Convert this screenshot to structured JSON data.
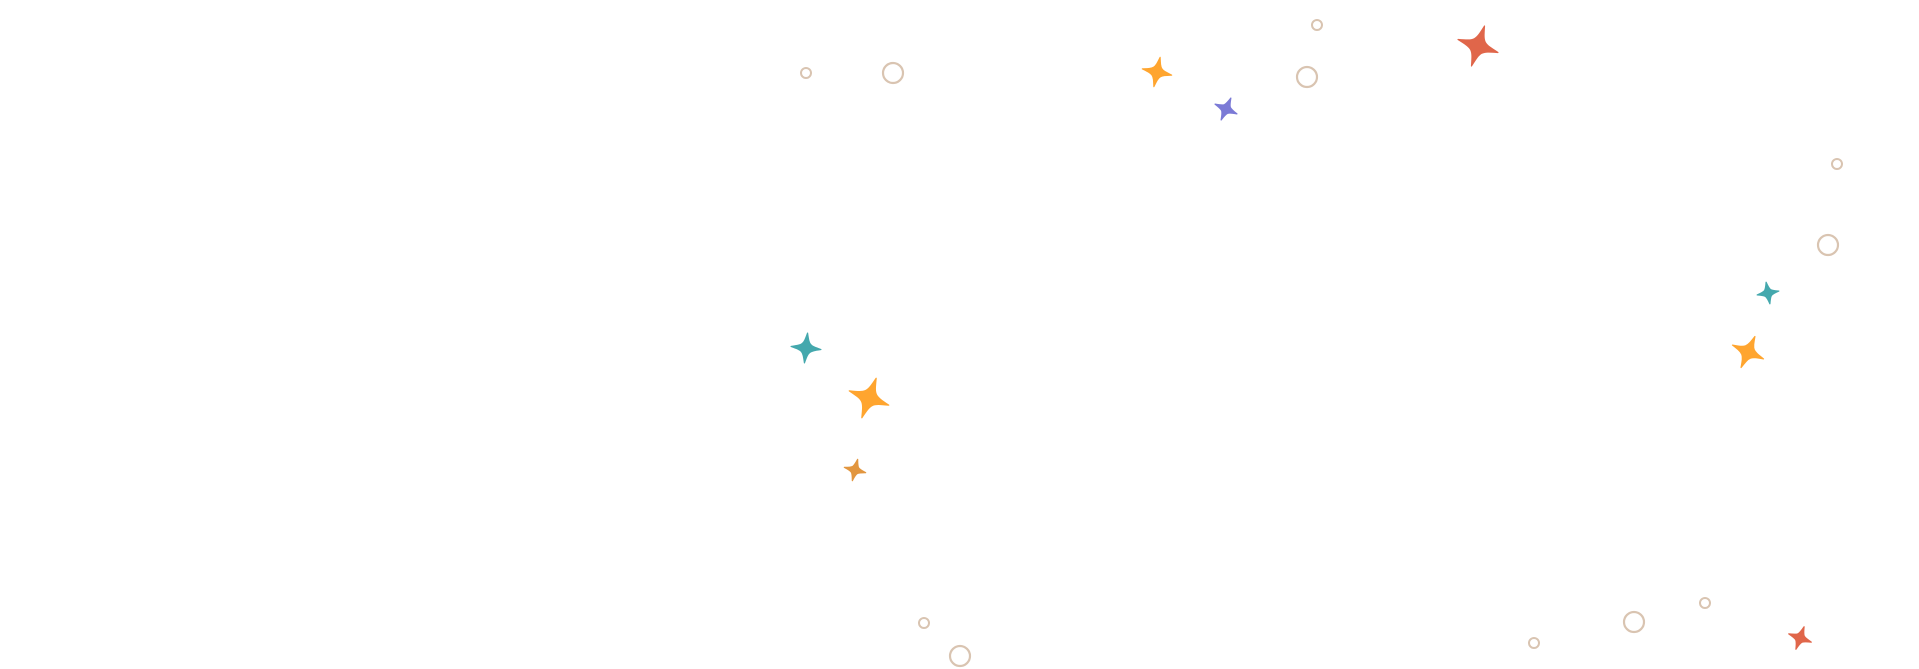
{
  "palette": {
    "background": "#ffffff",
    "ring": "#d9c4b1",
    "orange": "#ffa52f",
    "red": "#e0664a",
    "teal": "#44a8ad",
    "purple": "#7b7ad6",
    "ochre": "#e2963f"
  },
  "decorations": [
    {
      "kind": "ring",
      "color_key": "ring"
    },
    {
      "kind": "ring",
      "color_key": "ring"
    },
    {
      "kind": "ring",
      "color_key": "ring"
    },
    {
      "kind": "ring",
      "color_key": "ring"
    },
    {
      "kind": "ring",
      "color_key": "ring"
    },
    {
      "kind": "ring",
      "color_key": "ring"
    },
    {
      "kind": "ring",
      "color_key": "ring"
    },
    {
      "kind": "ring",
      "color_key": "ring"
    },
    {
      "kind": "ring",
      "color_key": "ring"
    },
    {
      "kind": "ring",
      "color_key": "ring"
    },
    {
      "kind": "ring",
      "color_key": "ring"
    },
    {
      "kind": "ring",
      "color_key": "ring"
    },
    {
      "kind": "sparkle",
      "color_key": "orange"
    },
    {
      "kind": "sparkle",
      "color_key": "purple"
    },
    {
      "kind": "sparkle",
      "color_key": "red"
    },
    {
      "kind": "sparkle",
      "color_key": "teal"
    },
    {
      "kind": "sparkle",
      "color_key": "orange"
    },
    {
      "kind": "sparkle",
      "color_key": "ochre"
    },
    {
      "kind": "sparkle",
      "color_key": "teal"
    },
    {
      "kind": "sparkle",
      "color_key": "orange"
    },
    {
      "kind": "sparkle",
      "color_key": "red"
    }
  ]
}
